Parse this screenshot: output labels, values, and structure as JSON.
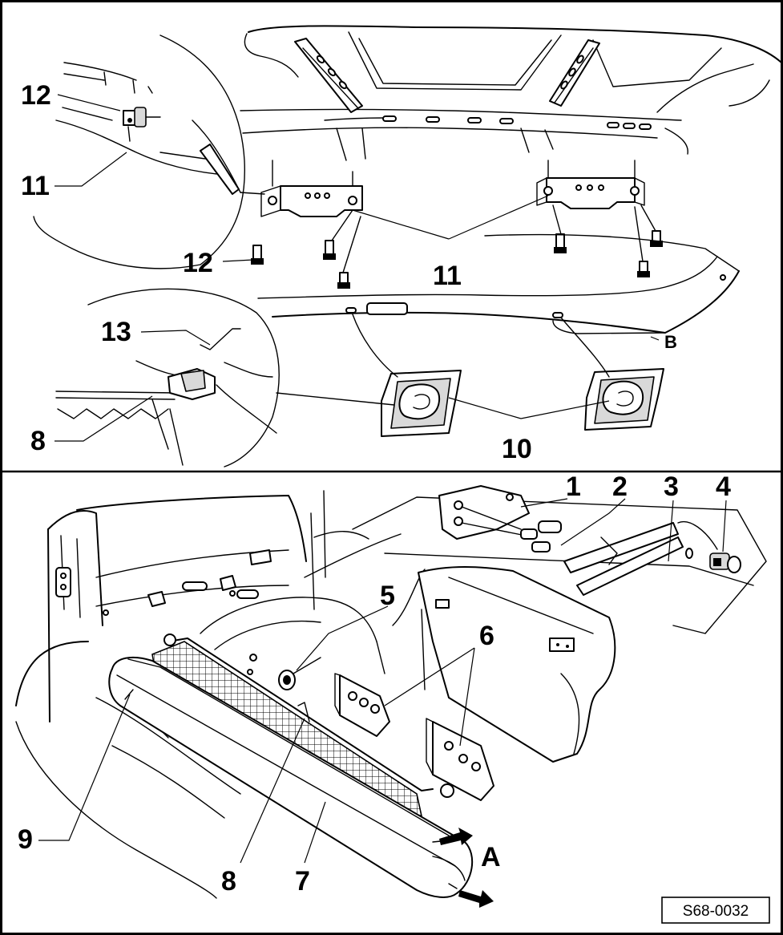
{
  "diagram": {
    "labels": {
      "n1": "1",
      "n2": "2",
      "n3": "3",
      "n4": "4",
      "n5": "5",
      "n6": "6",
      "n7": "7",
      "n8_top": "8",
      "n8_bottom": "8",
      "n9": "9",
      "n10": "10",
      "n11_left": "11",
      "n11_center": "11",
      "n12_left": "12",
      "n12_center": "12",
      "n13": "13",
      "A": "A",
      "B": "B"
    },
    "figure_code": "S68-0032"
  }
}
